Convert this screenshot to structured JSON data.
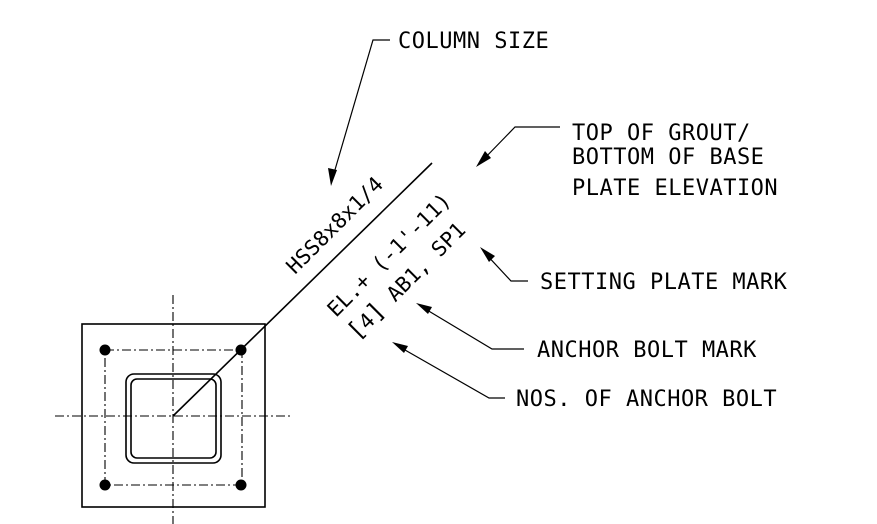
{
  "labels": {
    "column_size": "COLUMN SIZE",
    "top_of_grout_line1": "TOP OF GROUT/",
    "top_of_grout_line2": "BOTTOM OF BASE",
    "top_of_grout_line3": "PLATE ELEVATION",
    "setting_plate_mark": "SETTING PLATE MARK",
    "anchor_bolt_mark": "ANCHOR BOLT MARK",
    "nos_of_anchor_bolt": "NOS. OF ANCHOR BOLT"
  },
  "callout": {
    "column": "HSS8x8x1/4",
    "elevation": "EL.+ (-1'-11)",
    "bolt_count_open": "[",
    "bolt_count": "4",
    "bolt_count_close": "]",
    "bolt_and_plate": " AB1, SP1"
  }
}
